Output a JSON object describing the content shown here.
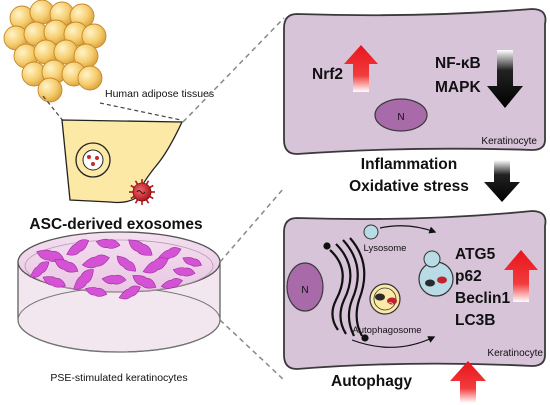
{
  "labels": {
    "adipose": "Human adipose tissues",
    "exosomes": "ASC-derived exosomes",
    "keratinocytes": "PSE-stimulated keratinocytes"
  },
  "top_cell": {
    "up_marker": "Nrf2",
    "down_markers": [
      "NF-κB",
      "MAPK"
    ],
    "nucleus": "N",
    "cell_label": "Keratinocyte"
  },
  "middle": {
    "lines": [
      "Inflammation",
      "Oxidative stress"
    ]
  },
  "bottom_cell": {
    "lysosome": "Lysosome",
    "autophagosome": "Autophagosome",
    "nucleus": "N",
    "markers": [
      "ATG5",
      "p62",
      "Beclin1",
      "LC3B"
    ],
    "cell_label": "Keratinocyte"
  },
  "outcome": "Autophagy",
  "colors": {
    "cell_fill": "#d8c4d9",
    "nucleus_fill": "#a86aa8",
    "up_arrow": "#e8141c",
    "down_arrow": "#111111",
    "fat": "#f5d07a",
    "dish_cells": "#d452d4",
    "exosome": "#c8282e"
  }
}
